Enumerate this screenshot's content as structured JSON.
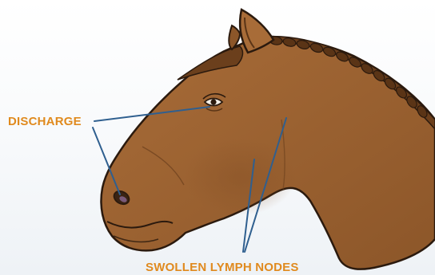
{
  "labels": {
    "discharge": "DISCHARGE",
    "lymph_nodes": "SWOLLEN LYMPH NODES"
  },
  "colors": {
    "label": "#e08a1e",
    "coat": "#9a6232",
    "coat_shadow": "#7a4a22",
    "mane": "#6b3f1c",
    "outline": "#2b1a0e",
    "leader_line": "#2f5f8f"
  },
  "icons": {
    "subject": "horse-head-illustration"
  }
}
